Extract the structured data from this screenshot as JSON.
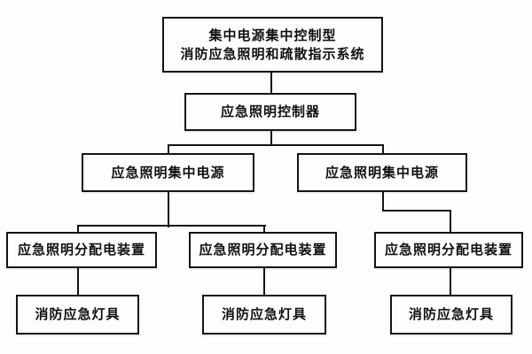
{
  "diagram": {
    "type": "flowchart",
    "colors": {
      "line": "#141414",
      "text": "#111111",
      "background": "#fdfdfd"
    },
    "nodes": {
      "system": {
        "line1": "集中电源集中控制型",
        "line2": "消防应急照明和疏散指示系统"
      },
      "controller": {
        "label": "应急照明控制器"
      },
      "central_power_left": {
        "label": "应急照明集中电源"
      },
      "central_power_right": {
        "label": "应急照明集中电源"
      },
      "distribution_left": {
        "label": "应急照明分配电装置"
      },
      "distribution_middle": {
        "label": "应急照明分配电装置"
      },
      "distribution_right": {
        "label": "应急照明分配电装置"
      },
      "lamps_left": {
        "label": "消防应急灯具"
      },
      "lamps_middle": {
        "label": "消防应急灯具"
      },
      "lamps_right": {
        "label": "消防应急灯具"
      }
    },
    "edges": [
      [
        "system",
        "controller"
      ],
      [
        "controller",
        "central_power_left"
      ],
      [
        "controller",
        "central_power_right"
      ],
      [
        "central_power_left",
        "distribution_left"
      ],
      [
        "central_power_left",
        "distribution_middle"
      ],
      [
        "central_power_right",
        "distribution_right"
      ],
      [
        "distribution_left",
        "lamps_left"
      ],
      [
        "distribution_middle",
        "lamps_middle"
      ],
      [
        "distribution_right",
        "lamps_right"
      ]
    ]
  }
}
